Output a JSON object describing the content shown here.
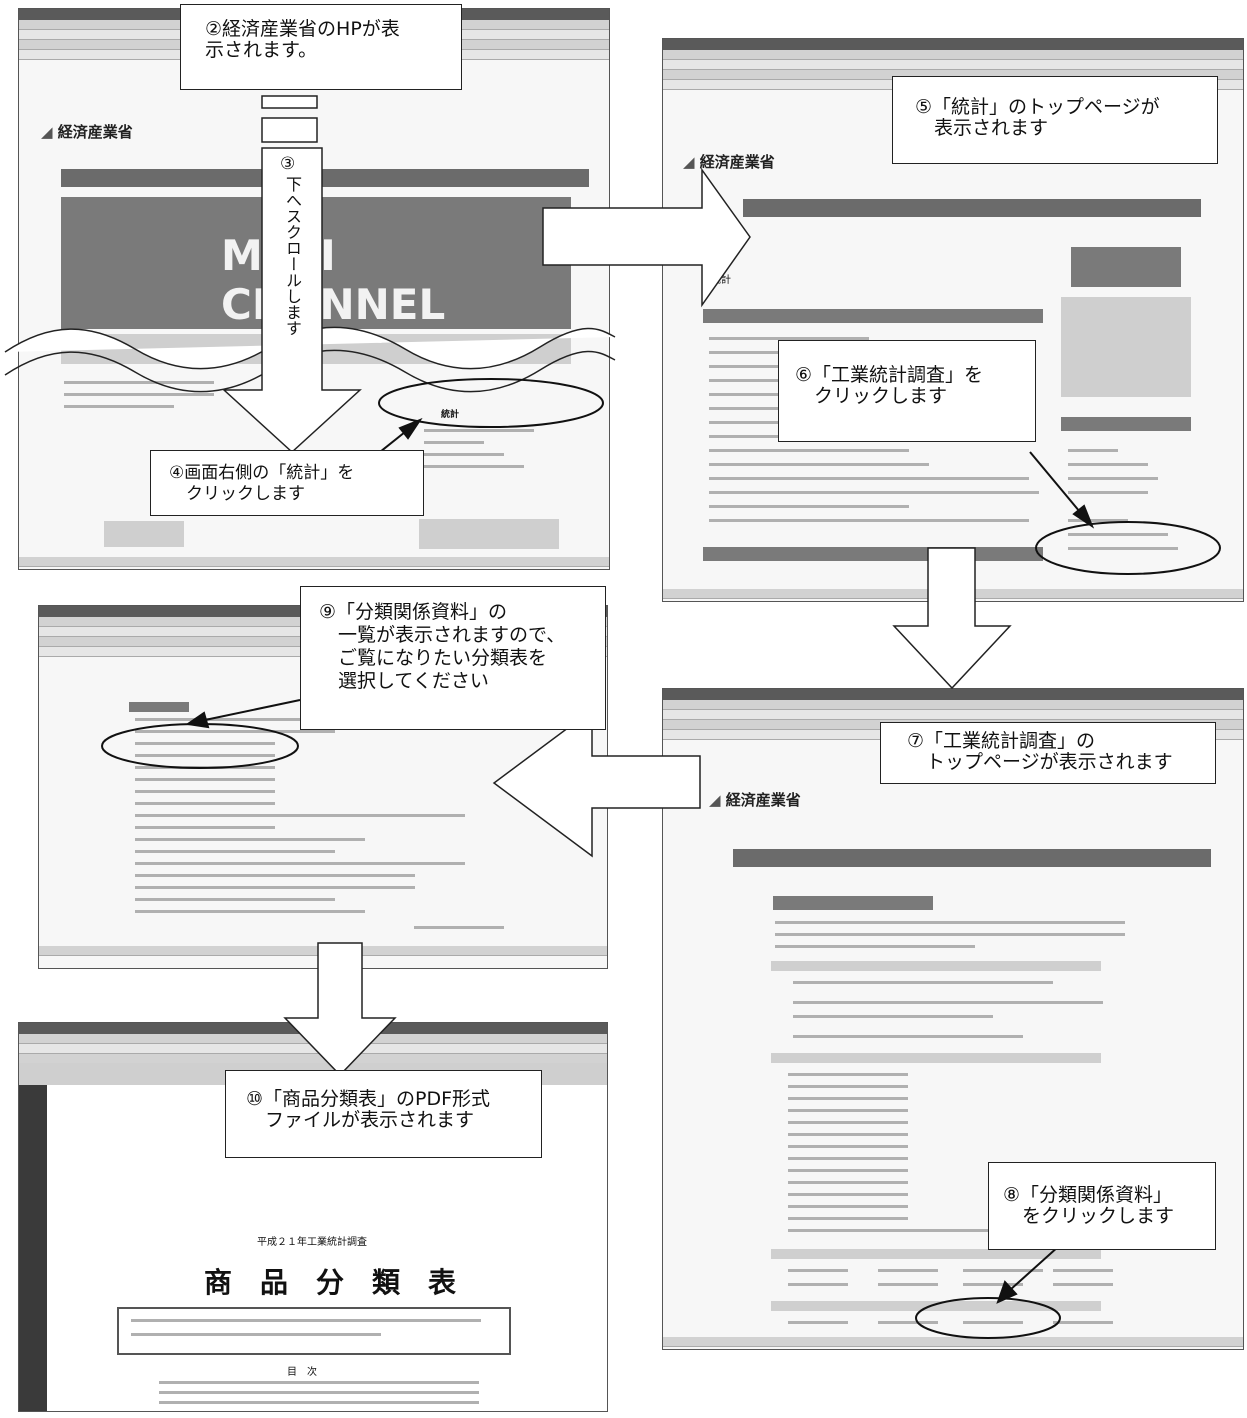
{
  "callouts": {
    "c2": "②経済産業省のHPが表\n示されます。",
    "c3_num": "③",
    "c3": "下へスクロールします",
    "c4": "④画面右側の「統計」を\n　クリックします",
    "c5": "⑤「統計」のトップページが\n　表示されます",
    "c6": "⑥「工業統計調査」を\n　クリックします",
    "c7": "⑦「工業統計調査」の\n　トップページが表示されます",
    "c8": "⑧「分類関係資料」\n　をクリックします",
    "c9": "⑨「分類関係資料」の\n　一覧が表示されますので、\n　ご覧になりたい分類表を\n　選択してください",
    "c10": "⑩「商品分類表」のPDF形式\n　ファイルが表示されます"
  },
  "screens": {
    "ministry_name": "経済産業省",
    "banner": "METI CHANNEL",
    "stats_label": "統計",
    "doc_header": "平成２１年工業統計調査",
    "doc_title": "商　品　分　類　表",
    "toc_title": "目　次"
  }
}
